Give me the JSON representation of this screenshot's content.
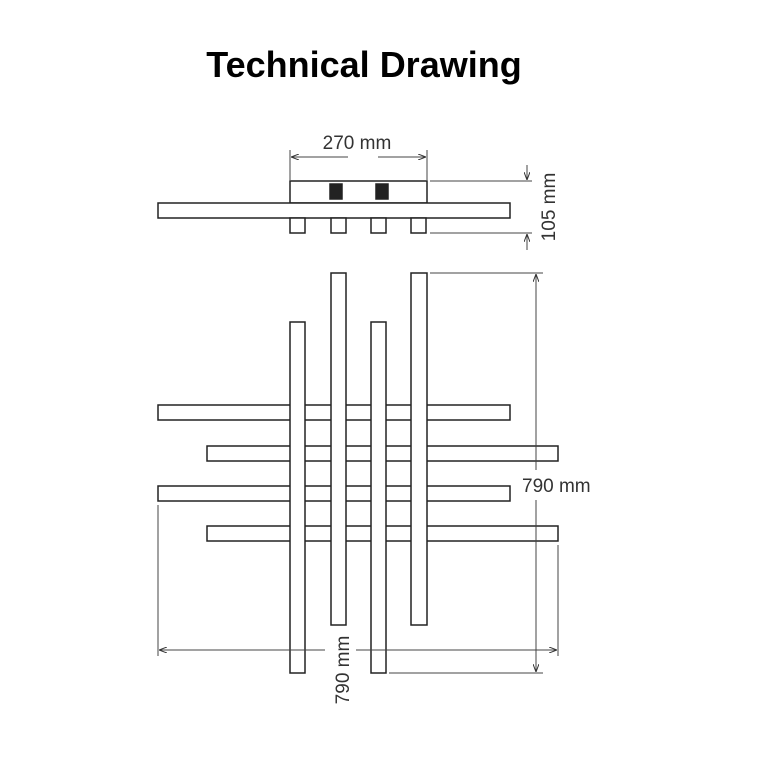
{
  "title": "Technical Drawing",
  "dimensions": {
    "top_width": "270 mm",
    "height": "105 mm",
    "depth": "790 mm",
    "width": "790 mm"
  }
}
